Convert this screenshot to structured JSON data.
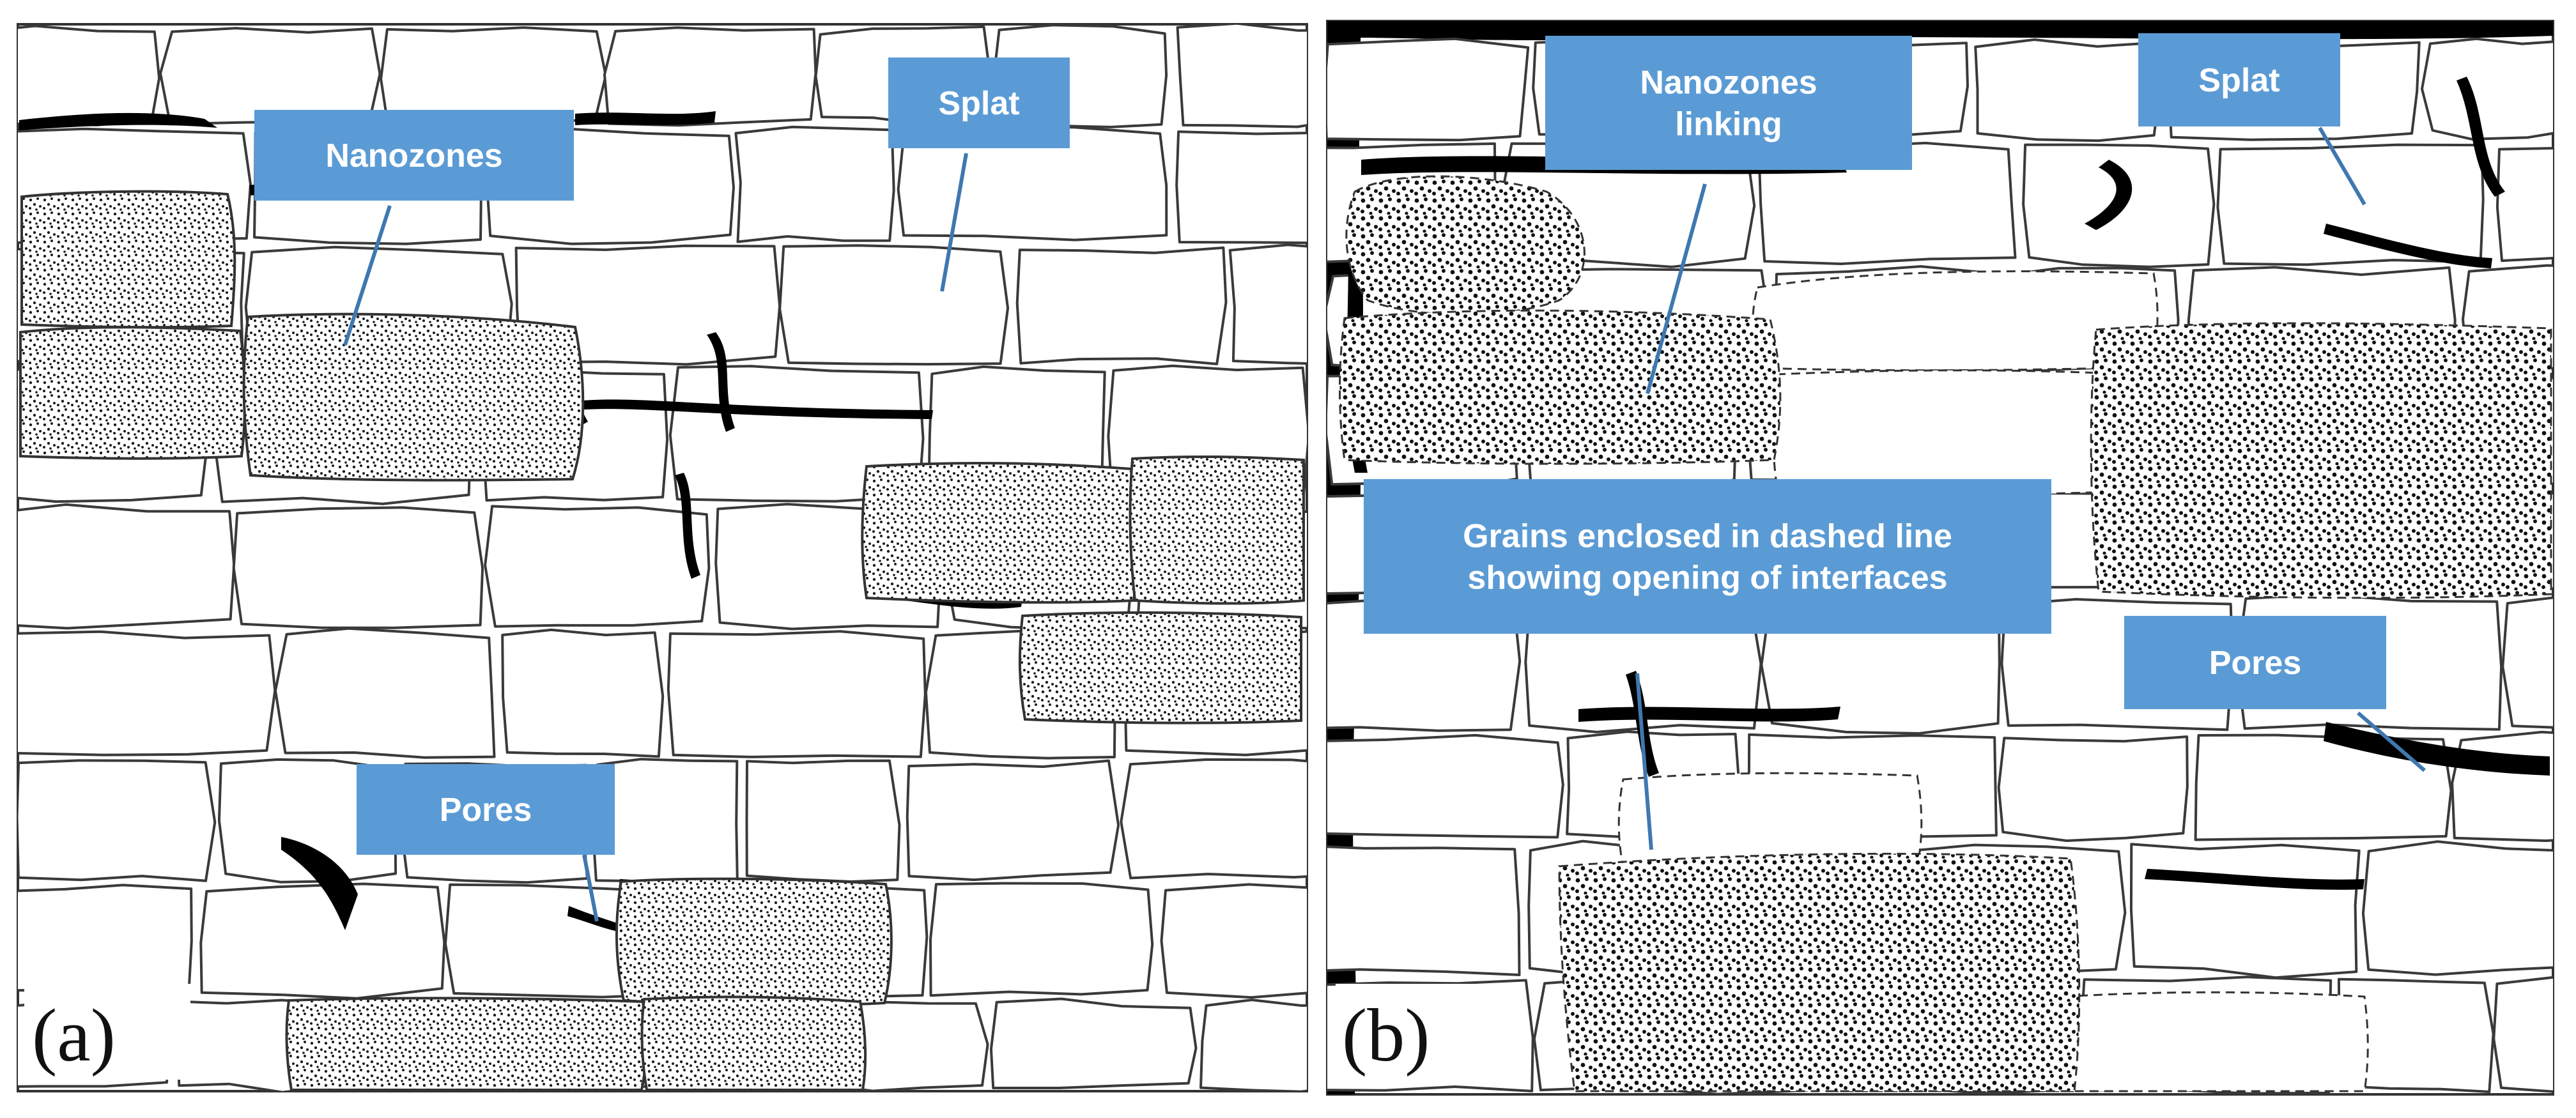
{
  "panels": [
    {
      "id": "a",
      "label": "(a)",
      "callouts": [
        {
          "id": "nanozones",
          "lines": [
            "Nanozones"
          ]
        },
        {
          "id": "splat",
          "lines": [
            "Splat"
          ]
        },
        {
          "id": "pores",
          "lines": [
            "Pores"
          ]
        }
      ]
    },
    {
      "id": "b",
      "label": "(b)",
      "callouts": [
        {
          "id": "nanozones-linking",
          "lines": [
            "Nanozones",
            "linking"
          ]
        },
        {
          "id": "splat",
          "lines": [
            "Splat"
          ]
        },
        {
          "id": "grains-dashed",
          "lines": [
            "Grains enclosed in dashed line",
            "showing opening of interfaces"
          ]
        },
        {
          "id": "pores",
          "lines": [
            "Pores"
          ]
        }
      ]
    }
  ],
  "colors": {
    "callout_fill": "#5b9bd5",
    "callout_text": "#ffffff",
    "leader_line": "#3f78b0",
    "splat_stroke": "#3a3a3a",
    "pore_fill": "#000000",
    "nanozone_stipple": "#1a1a1a"
  },
  "icons": {
    "stipple": "nanozone-stipple-pattern",
    "pore": "pore-black-fill"
  }
}
